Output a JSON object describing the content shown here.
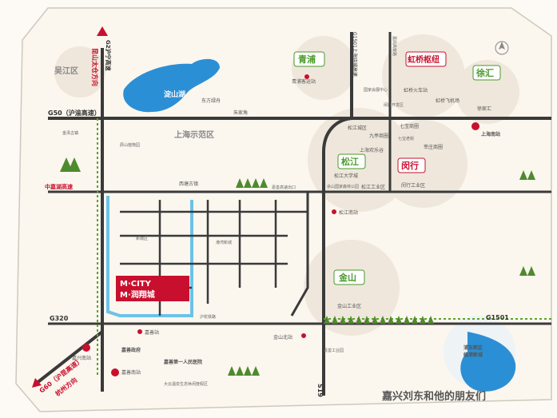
{
  "districts": {
    "wujiang": "吴江区",
    "qingpu": "青浦",
    "hongqiao": "虹桥枢纽",
    "xuhui": "徐汇",
    "songjiang": "松江",
    "minhang": "闵行",
    "jinshan": "金山",
    "shifanqu": "上海示范区",
    "dianshanhu": "淀山湖",
    "pudong_line1": "浦东新区",
    "pudong_line2": "临港新城"
  },
  "roads": {
    "g2_line1": "G2沪宁高速",
    "g2_line2": "昆山太仓方向",
    "g15": "G1501上海绕城高速",
    "g50": "G50（沪渝高速）",
    "g60_line1": "G60（沪昆高速）",
    "g60_line2": "杭州方向",
    "g320": "G320",
    "g1501": "G1501",
    "s19": "S19",
    "zhongjia": "中嘉湖高速",
    "hongqiao_road": "嘉闵高架路",
    "jiashan_exit": "嘉善高速出口",
    "huhang_rail": "沪杭铁路"
  },
  "pois": {
    "qingpu_bus": "青浦客运站",
    "hongqiao_rail": "虹桥火车站",
    "hongqiao_airport": "虹桥飞机场",
    "xujiahui": "徐家汇",
    "shanghai_south": "上海南站",
    "songjiang_town": "松江城区",
    "jiuting": "九亭商圈",
    "qibao": "七宝商圈",
    "xinzhuang": "莘庄商圈",
    "songjiang_uni": "松江大学城",
    "shanghai_happy": "上海欢乐谷",
    "songjiang_ind": "松江工业区",
    "minhang_ind": "闵行工业区",
    "songjiang_south": "松江南站",
    "jinshan_ind": "金山工业区",
    "jinshan_north": "金山北站",
    "jiashan_south": "嘉善南站",
    "jiashan_station": "嘉善站",
    "jiashan_gov": "嘉善政府",
    "jiaxing_south": "嘉兴南站",
    "jiashan_hospital": "嘉善第一人民医院",
    "dayun": "大云温泉生态休闲度假区",
    "xitang": "西塘古镇",
    "dongfang": "东方绿舟",
    "zhujiajiao": "朱家角",
    "guojia": "国家会展中心",
    "minhang_district": "闵行开发区",
    "qipu": "七宝老街",
    "xingyi": "新城区",
    "ganghua": "港湾新城",
    "jinze": "金泽古镇",
    "sheshan": "佘山国家森林公园",
    "chenjiashan": "辰山植物园",
    "jiashan_ind": "嘉善工业园"
  },
  "project": {
    "name_top": "M·CITY",
    "name_bottom": "M·润翔城"
  },
  "watermark": "嘉兴刘东和他的朋友们"
}
